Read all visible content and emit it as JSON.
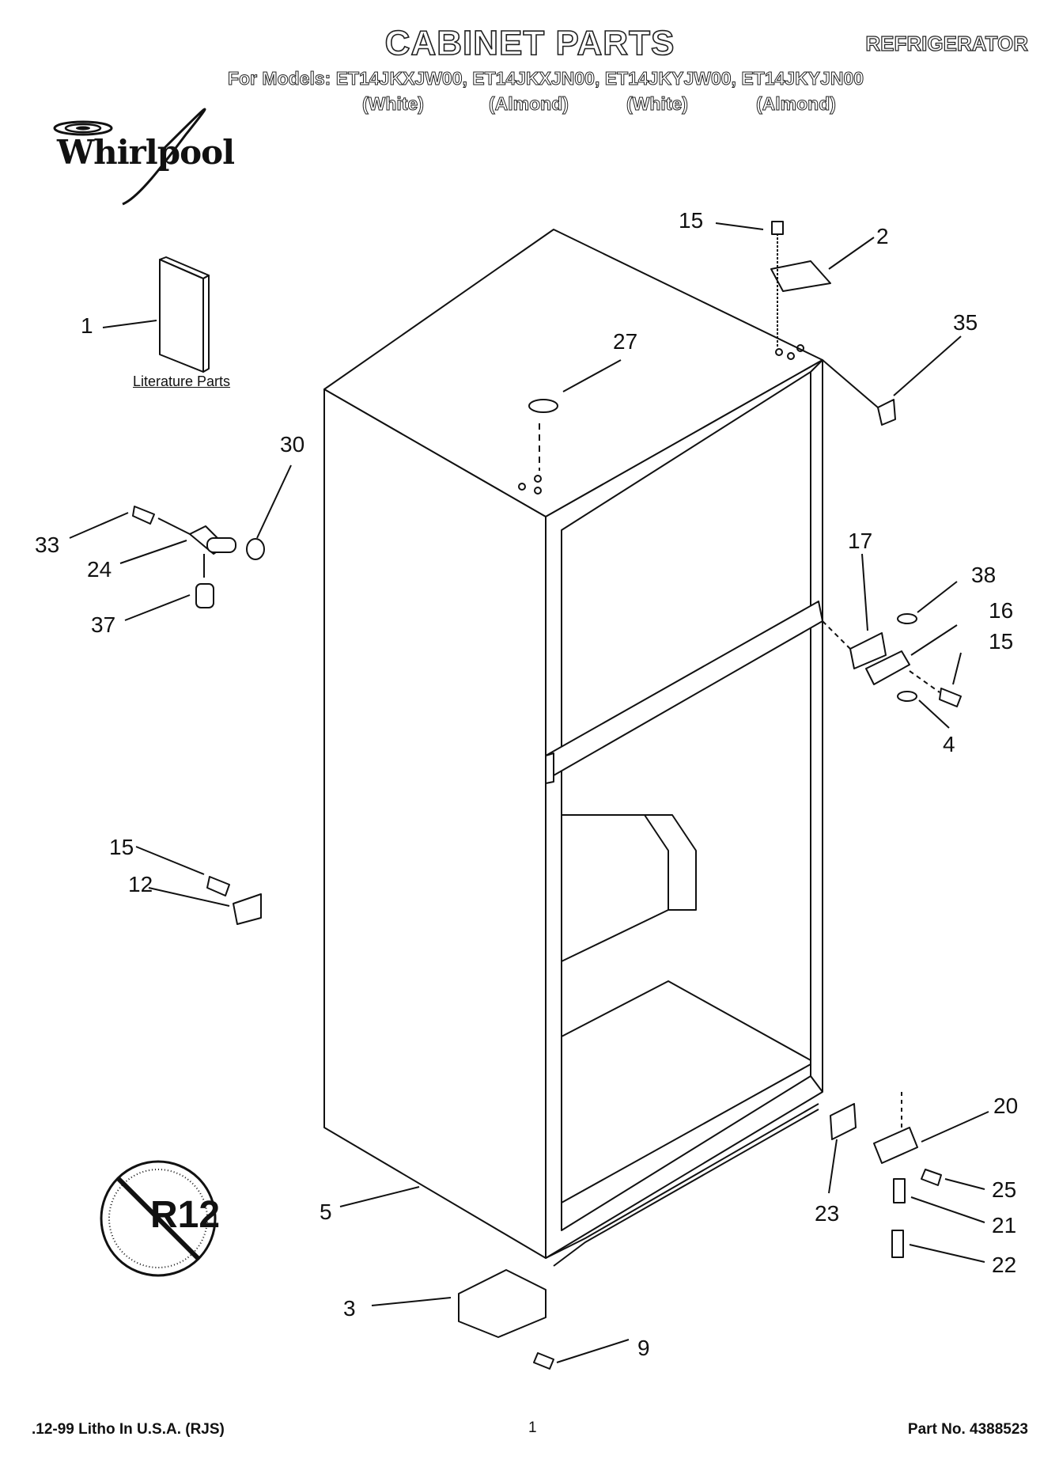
{
  "header": {
    "title": "CABINET PARTS",
    "category": "REFRIGERATOR",
    "models_line": "For Models: ET14JKXJW00, ET14JKXJN00, ET14JKYJW00, ET14JKYJN00",
    "colors": [
      "(White)",
      "(Almond)",
      "(White)",
      "(Almond)"
    ]
  },
  "brand": {
    "name": "Whirlpool"
  },
  "literature_label": "Literature Parts",
  "badge_text": "R12",
  "callouts": [
    "15",
    "2",
    "1",
    "27",
    "35",
    "30",
    "33",
    "24",
    "37",
    "17",
    "38",
    "16",
    "15",
    "4",
    "15",
    "12",
    "20",
    "5",
    "23",
    "25",
    "21",
    "22",
    "3",
    "9"
  ],
  "footer": {
    "left": ".12-99 Litho In U.S.A. (RJS)",
    "page": "1",
    "part_no": "Part No. 4388523"
  }
}
